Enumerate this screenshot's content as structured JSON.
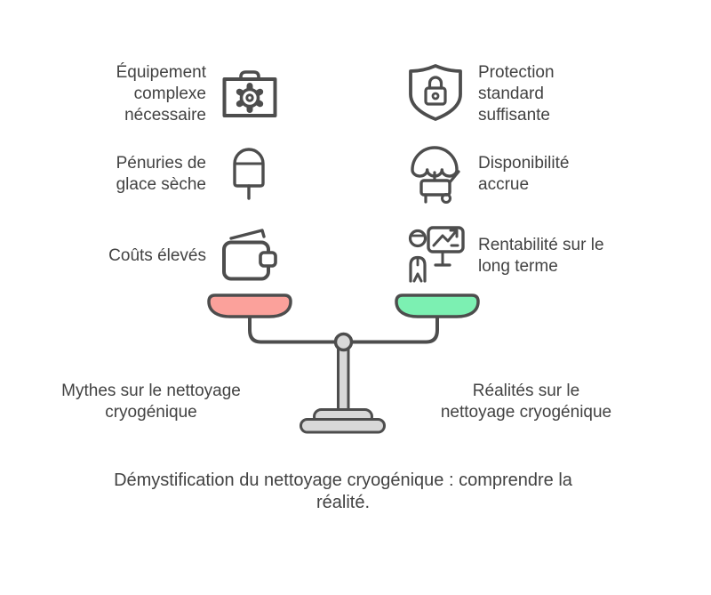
{
  "colors": {
    "stroke": "#4D4D4D",
    "text": "#424242",
    "myth_pan": "#FBA19B",
    "reality_pan": "#7CF0B2",
    "stand": "#D8D8D8"
  },
  "myths": {
    "side_label": "Mythes sur le nettoyage\ncryogénique",
    "items": [
      {
        "label": "Équipement\ncomplexe\nnécessaire",
        "icon": "toolbox-gear-icon"
      },
      {
        "label": "Pénuries de\nglace sèche",
        "icon": "dry-ice-pack-icon"
      },
      {
        "label": "Coûts élevés",
        "icon": "wallet-icon"
      }
    ]
  },
  "realities": {
    "side_label": "Réalités sur le\nnettoyage cryogénique",
    "items": [
      {
        "label": "Protection\nstandard\nsuffisante",
        "icon": "shield-lock-icon"
      },
      {
        "label": "Disponibilité\naccrue",
        "icon": "umbrella-cart-icon"
      },
      {
        "label": "Rentabilité sur le\nlong terme",
        "icon": "presenter-chart-icon"
      }
    ]
  },
  "caption": "Démystification du nettoyage cryogénique : comprendre la\nréalité."
}
